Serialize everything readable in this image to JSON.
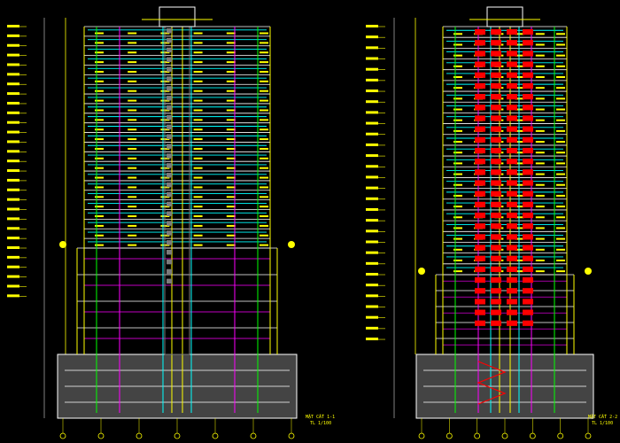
{
  "drawing": {
    "background": "#000000",
    "colors": {
      "yellow": "#ffff00",
      "cyan": "#00ffff",
      "green": "#00ff00",
      "magenta": "#ff00ff",
      "red": "#ff0000",
      "white": "#ffffff",
      "grey": "#7a7a7a",
      "blue": "#3050ff"
    },
    "left_section": {
      "caption_line1": "MẶT CẮT 1-1",
      "caption_line2": "TL 1/100",
      "typical_floors": 23,
      "podium_floors": 4,
      "basement_levels": 3
    },
    "right_section": {
      "caption_line1": "MẶT CẮT 2-2",
      "caption_line2": "TL 1/100",
      "typical_floors": 23,
      "podium_floors": 5,
      "basement_levels": 3
    }
  }
}
